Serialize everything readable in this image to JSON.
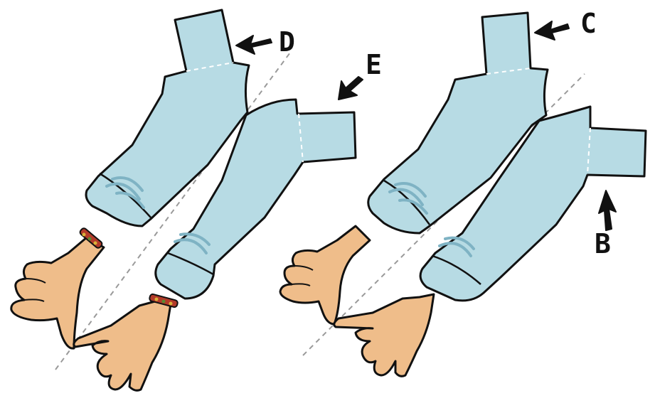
{
  "labels": {
    "d": "D",
    "e": "E",
    "c": "C",
    "b": "B"
  },
  "colors": {
    "sleeve": "#b7dbe4",
    "sleeve_shadow": "#7fb3c4",
    "skin": "#efbd8a",
    "outline": "#111111",
    "guide_line": "#9a9a9a",
    "seam": "#ffffff",
    "bracelet_red": "#b23a2a",
    "bracelet_green": "#5a8a2f",
    "bracelet_gold": "#d9b23a"
  },
  "icons": [
    "arrow-icon"
  ]
}
